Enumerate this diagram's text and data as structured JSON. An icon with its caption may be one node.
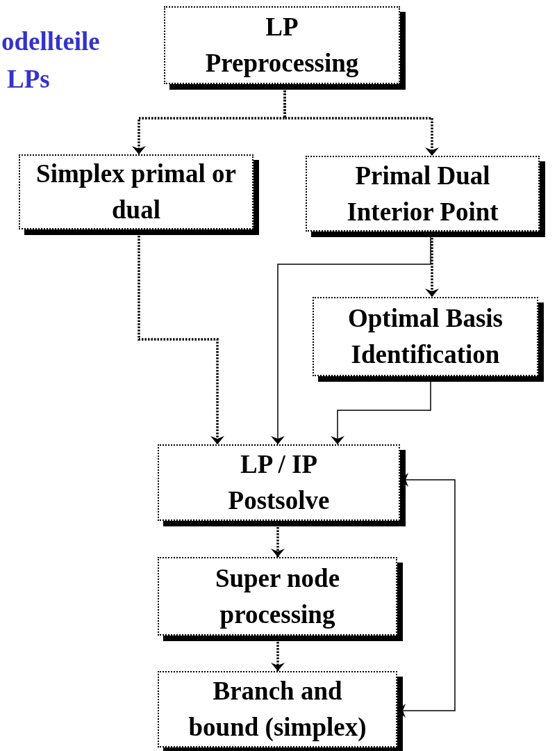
{
  "diagram": {
    "nodes": [
      {
        "text": [
          "LP Preprocessing"
        ]
      },
      {
        "text": [
          "Simplex primal or dual"
        ]
      },
      {
        "text": [
          "Primal Dual Interior Point"
        ]
      },
      {
        "text": [
          "Optimal Basis Identification"
        ]
      },
      {
        "text": [
          "LP / IP Postsolve"
        ]
      },
      {
        "text": [
          "Super node processing"
        ]
      },
      {
        "text": [
          "Branch and bound (simplex)"
        ]
      }
    ],
    "edges": [
      {
        "from": 0,
        "to": 1,
        "arrow": "to",
        "style": "dashed"
      },
      {
        "from": 0,
        "to": 2,
        "arrow": "to",
        "style": "dashed"
      },
      {
        "from": 2,
        "to": 3,
        "arrow": "to",
        "style": "dashed"
      },
      {
        "from": 2,
        "to": 4,
        "arrow": "to"
      },
      {
        "from": 1,
        "to": 4,
        "arrow": "to",
        "style": "dashed"
      },
      {
        "from": 3,
        "to": 4,
        "arrow": "to"
      },
      {
        "from": 4,
        "to": 5,
        "arrow": "to",
        "style": "dashed"
      },
      {
        "from": 5,
        "to": 6,
        "arrow": "to",
        "style": "dashed"
      },
      {
        "from": 6,
        "to": 4,
        "arrow": "both"
      }
    ],
    "labels": [
      "odellteile",
      "LPs"
    ]
  }
}
